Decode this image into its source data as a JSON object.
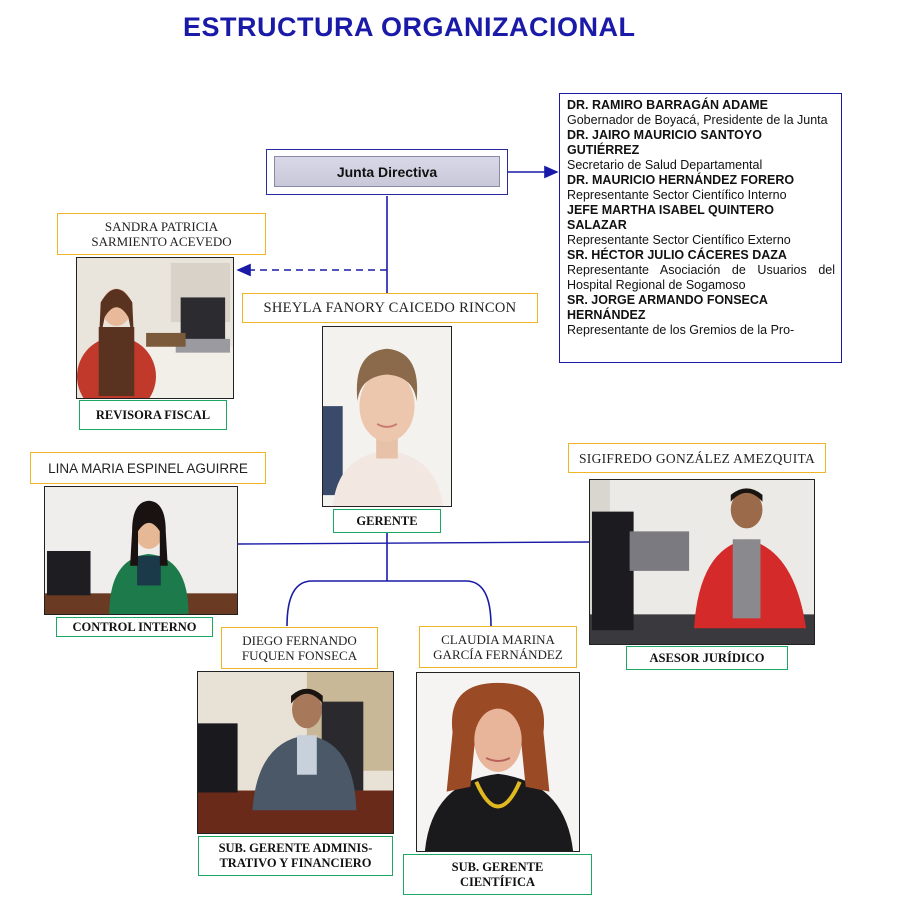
{
  "title": "ESTRUCTURA ORGANIZACIONAL",
  "junta": {
    "label": "Junta Directiva"
  },
  "board_members": [
    {
      "name": "DR. RAMIRO BARRAGÁN ADAME",
      "role": "Gobernador de Boyacá, Presidente de la Junta"
    },
    {
      "name": "DR. JAIRO MAURICIO SANTOYO GUTIÉRREZ",
      "role": "Secretario de Salud Departamental"
    },
    {
      "name": "DR. MAURICIO HERNÁNDEZ FORERO",
      "role": "Representante Sector Científico Interno"
    },
    {
      "name": "JEFE MARTHA ISABEL QUINTERO SALAZAR",
      "role": "Representante Sector Científico Externo"
    },
    {
      "name": "SR. HÉCTOR JULIO CÁCERES DAZA",
      "role": "Representante Asociación de Usuarios del Hospital Regional de Sogamoso"
    },
    {
      "name": "SR. JORGE ARMANDO FONSECA HERNÁNDEZ",
      "role": "Representante de los Gremios de la Pro-"
    }
  ],
  "revisora": {
    "name_line1": "SANDRA PATRICIA",
    "name_line2": "SARMIENTO ACEVEDO",
    "role": "REVISORA FISCAL"
  },
  "gerente": {
    "name": "SHEYLA FANORY CAICEDO RINCON",
    "role": "GERENTE"
  },
  "control": {
    "name": "LINA MARIA ESPINEL AGUIRRE",
    "role": "CONTROL INTERNO"
  },
  "asesor": {
    "name": "SIGIFREDO  GONZÁLEZ AMEZQUITA",
    "role": "ASESOR JURÍDICO"
  },
  "admin": {
    "name_line1": "DIEGO FERNANDO",
    "name_line2": "FUQUEN FONSECA",
    "role_line1": "SUB. GERENTE ADMINIS-",
    "role_line2": "TRATIVO Y FINANCIERO"
  },
  "cientifica": {
    "name_line1": "CLAUDIA MARINA",
    "name_line2": "GARCÍA FERNÁNDEZ",
    "role_line1": "SUB. GERENTE",
    "role_line2": "CIENTÍFICA"
  },
  "colors": {
    "title": "#1a1aa8",
    "connector": "#1a1aa8",
    "name_border": "#f0b429",
    "role_border": "#1aa862"
  }
}
